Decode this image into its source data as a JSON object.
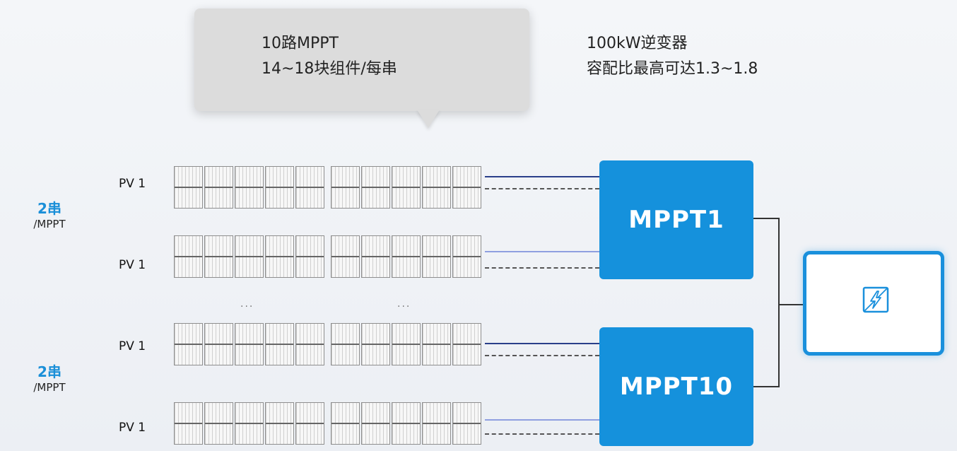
{
  "callout": {
    "line1": "10路MPPT",
    "line2": "14~18块组件/每串"
  },
  "inverter_info": {
    "line1": "100kW逆变器",
    "line2": "容配比最高可达1.3~1.8"
  },
  "series_groups": [
    {
      "main": "2串",
      "sub": "/MPPT"
    },
    {
      "main": "2串",
      "sub": "/MPPT"
    }
  ],
  "pv_rows": [
    {
      "label": "PV 1",
      "wire_color": "#2a3f8a"
    },
    {
      "label": "PV 1",
      "wire_color": "#8f9fe0"
    },
    {
      "label": "PV 1",
      "wire_color": "#2a3f8a"
    },
    {
      "label": "PV 1",
      "wire_color": "#8f9fe0"
    }
  ],
  "ellipsis": "...",
  "mppt_boxes": [
    {
      "label": "MPPT1"
    },
    {
      "label": "MPPT10"
    }
  ],
  "inverter_box": {
    "icon": "lightning-inverter-icon"
  },
  "colors": {
    "accent": "#1591dc",
    "series_text": "#1a8fd8",
    "inverter_border": "#1a90dc"
  }
}
